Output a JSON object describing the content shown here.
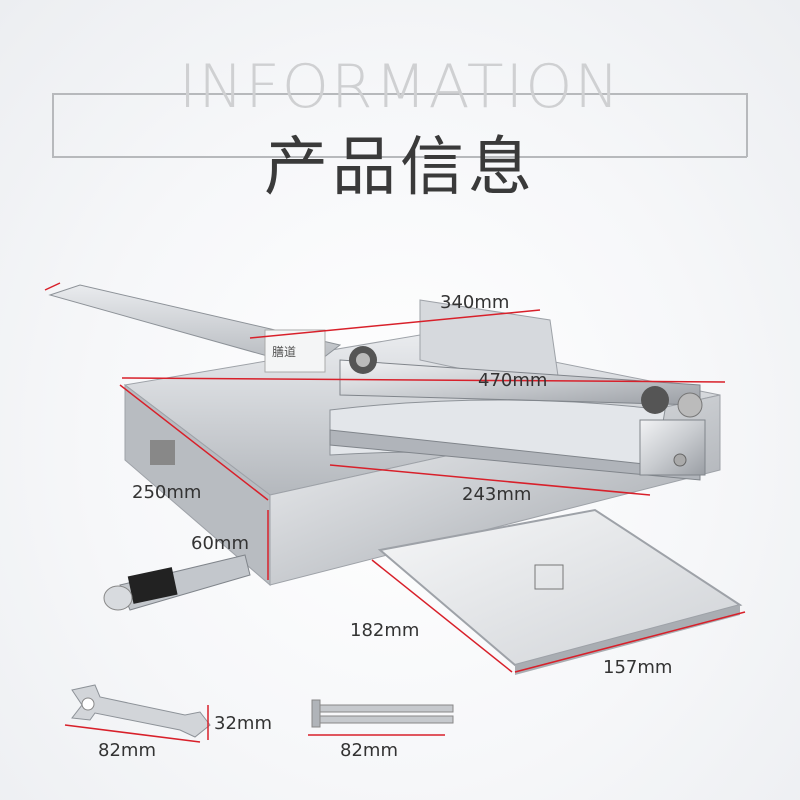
{
  "header": {
    "title_en": "INFORMATION",
    "title_zh": "产品信息"
  },
  "dimensions": {
    "length_top": "340mm",
    "length_base": "470mm",
    "depth": "250mm",
    "blade": "243mm",
    "height": "60mm",
    "tray_depth": "182mm",
    "tray_width": "157mm",
    "wrench_width": "32mm",
    "wrench_length": "82mm",
    "pin_length": "82mm"
  },
  "colors": {
    "dimension_line": "#d8202a",
    "steel": "#c9ccd0"
  }
}
